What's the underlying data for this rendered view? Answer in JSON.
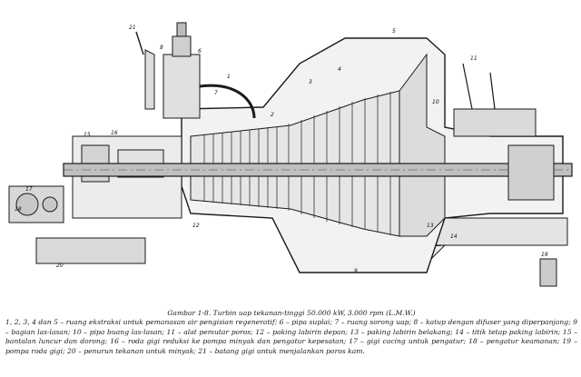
{
  "figure": {
    "labels": [
      "21",
      "1",
      "2",
      "3",
      "4",
      "5",
      "6",
      "7",
      "8",
      "9",
      "10",
      "11",
      "12",
      "13",
      "14",
      "15",
      "16",
      "17",
      "18",
      "19",
      "20"
    ]
  },
  "caption": {
    "figure_number": "Gambar 1-8.",
    "title": "Turbin uap tekanan-tinggi 50.000 kW, 3.000 rpm (L.M.W.)",
    "legend": "1, 2, 3, 4 dan 5 – ruang ekstraksi untuk pemanasan air pengisian regeneratif; 6 – pipa suplai; 7 – ruang sorong uap; 8 – katup dengan difuser yang diperpanjang; 9 – bagian las-lasan; 10 – pipa buang las-lasan; 11 – alat pemutar poros; 12 – paking labirin depan; 13 – paking labirin belakang; 14 – titik tetap paking labirin; 15 – bantalan luncur dan dorong; 16 – roda gigi reduksi ke pompa minyak dan pengatur kepesatan; 17 – gigi cacing untuk pengatur; 18 – pengatur keamanan; 19 – pompa roda gigi; 20 – penurun tekanan untuk minyak; 21 – batang gigi untuk menjalankan poros kam."
  }
}
